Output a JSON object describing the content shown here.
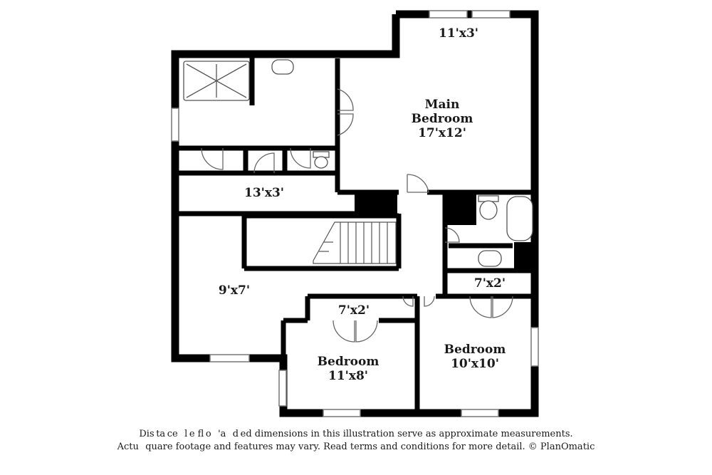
{
  "colors": {
    "wall": "#000000",
    "fixture": "#555555",
    "background": "#ffffff"
  },
  "rooms": {
    "closet_top": "11'x3'",
    "main_bedroom_line1": "Main",
    "main_bedroom_line2": "Bedroom",
    "main_bedroom_size": "17'x12'",
    "hall": "13'x3'",
    "loft": "9'x7'",
    "closet_center": "7'x2'",
    "bedroom_a_name": "Bedroom",
    "bedroom_a_size": "11'x8'",
    "closet_right": "7'x2'",
    "bedroom_b_name": "Bedroom",
    "bedroom_b_size": "10'x10'"
  },
  "disclaimer": {
    "line1": "Dis ta ce   l e fl o   'a   d ed dimensions in this illustration serve as approximate measurements.",
    "line2": "Actu   quare footage and features may vary. Read terms and conditions for more detail. © PlanOmatic"
  }
}
